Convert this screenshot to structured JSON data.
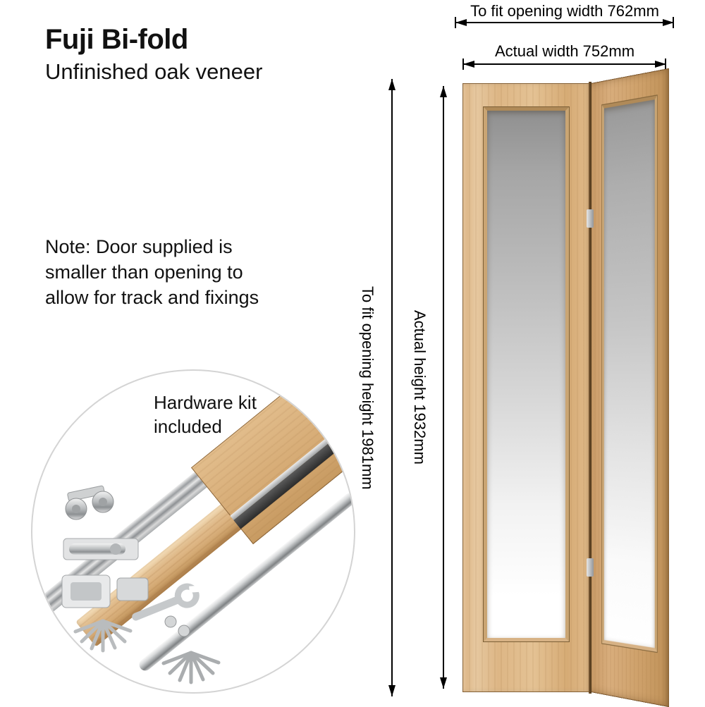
{
  "header": {
    "title": "Fuji Bi-fold",
    "subtitle": "Unfinished oak veneer"
  },
  "note": "Note: Door supplied is\nsmaller than opening to\nallow for track and fixings",
  "dimensions": {
    "fit_width_label": "To fit opening width 762mm",
    "actual_width_label": "Actual width 752mm",
    "fit_height_label": "To fit opening height 1981mm",
    "actual_height_label": "Actual height 1932mm"
  },
  "inset": {
    "label": "Hardware kit\nincluded"
  },
  "colors": {
    "oak_light": "#e3bf90",
    "oak_dark": "#c49a67",
    "glass_top": "#9a9a9a",
    "dimension_line": "#000000",
    "metal": "#b7babc"
  }
}
